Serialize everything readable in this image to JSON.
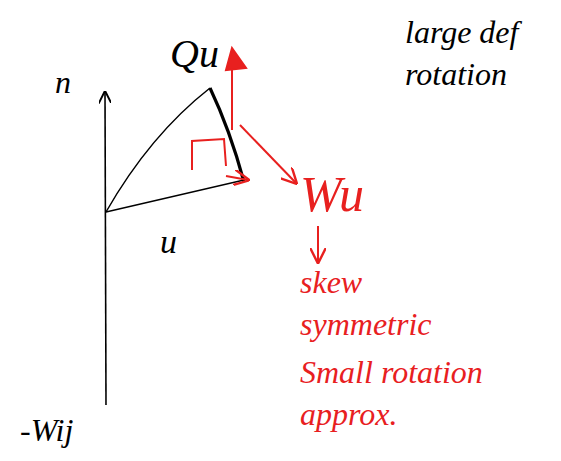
{
  "diagram": {
    "labels": [
      "n",
      "Qu",
      "large def rotation",
      "u",
      "Wu",
      "skew symmetric",
      "Small rotation approx.",
      "-Wij"
    ]
  }
}
